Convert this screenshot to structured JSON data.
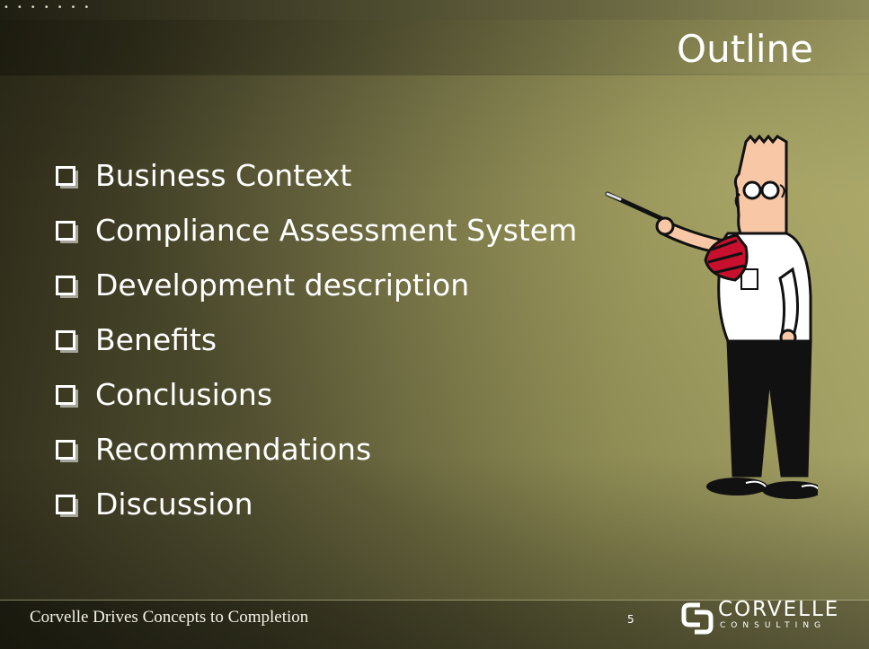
{
  "slide": {
    "title": "Outline",
    "items": [
      "Business Context",
      "Compliance Assessment System",
      "Development description",
      "Benefits",
      "Conclusions",
      "Recommendations",
      "Discussion"
    ],
    "bullet_icon": "checkbox-icon",
    "figure_icon": "presenter-with-pointer-illustration"
  },
  "footer": {
    "tagline": "Corvelle Drives Concepts to Completion",
    "page_number": "5",
    "logo_name": "CORVELLE",
    "logo_subtitle": "CONSULTING"
  },
  "colors": {
    "text": "#ffffff",
    "background_dark": "#2c2a18",
    "background_light": "#a3a066"
  }
}
